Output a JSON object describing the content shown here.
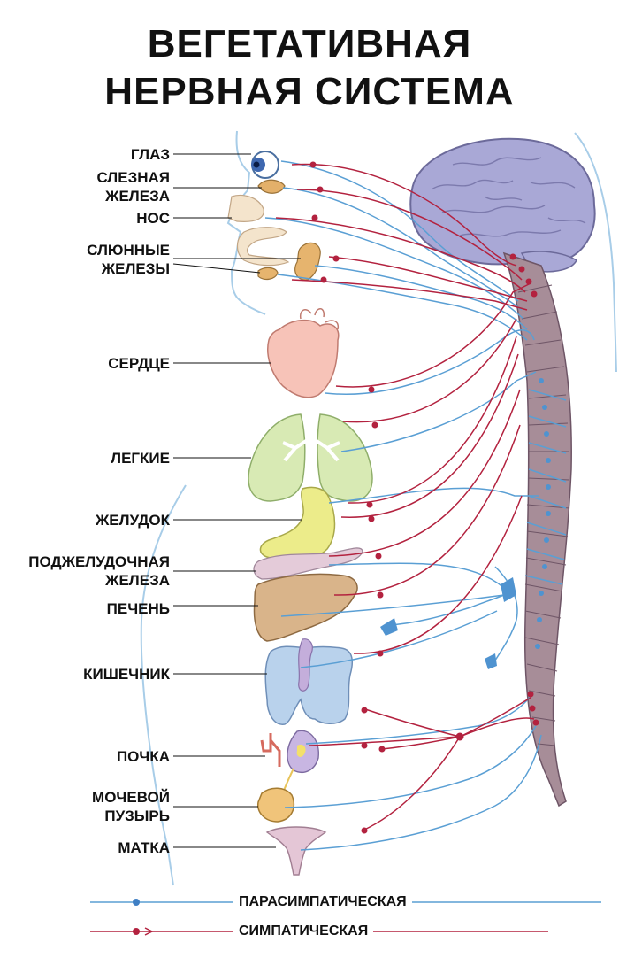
{
  "title": {
    "line1": "ВЕГЕТАТИВНАЯ",
    "line2": "НЕРВНАЯ СИСТЕМА"
  },
  "organs": [
    {
      "id": "eye",
      "label": "ГЛАЗ"
    },
    {
      "id": "lacrimal",
      "label": "СЛЕЗНАЯ ЖЕЛЕЗА",
      "lines": [
        "СЛЕЗНАЯ",
        "ЖЕЛЕЗА"
      ]
    },
    {
      "id": "nose",
      "label": "НОС"
    },
    {
      "id": "salivary",
      "label": "СЛЮННЫЕ ЖЕЛЕЗЫ",
      "lines": [
        "СЛЮННЫЕ",
        "ЖЕЛЕЗЫ"
      ]
    },
    {
      "id": "heart",
      "label": "СЕРДЦЕ"
    },
    {
      "id": "lungs",
      "label": "ЛЕГКИЕ"
    },
    {
      "id": "stomach",
      "label": "ЖЕЛУДОК"
    },
    {
      "id": "pancreas",
      "label": "ПОДЖЕЛУДОЧНАЯ ЖЕЛЕЗА",
      "lines": [
        "ПОДЖЕЛУДОЧНАЯ",
        "ЖЕЛЕЗА"
      ]
    },
    {
      "id": "liver",
      "label": "ПЕЧЕНЬ"
    },
    {
      "id": "intestine",
      "label": "КИШЕЧНИК"
    },
    {
      "id": "kidney",
      "label": "ПОЧКА"
    },
    {
      "id": "bladder",
      "label": "МОЧЕВОЙ ПУЗЫРЬ",
      "lines": [
        "МОЧЕВОЙ",
        "ПУЗЫРЬ"
      ]
    },
    {
      "id": "uterus",
      "label": "МАТКА"
    }
  ],
  "legend": [
    {
      "id": "parasympathetic",
      "label": "ПАРАСИМПАТИЧЕСКАЯ",
      "color": "#5a9fd4"
    },
    {
      "id": "sympathetic",
      "label": "СИМПАТИЧЕСКАЯ",
      "color": "#b3223f"
    }
  ],
  "colors": {
    "brain": "#a9a8d6",
    "spine": "#9b8290",
    "body_outline": "#a8cde8",
    "heart": "#f7c3b8",
    "lungs": "#d8eab4",
    "stomach": "#ecec8a",
    "liver": "#d9b48a",
    "intestine": "#b9d2ec",
    "kidney": "#c8b6e2",
    "bladder": "#f0c47a",
    "uterus": "#e4c6d6"
  }
}
